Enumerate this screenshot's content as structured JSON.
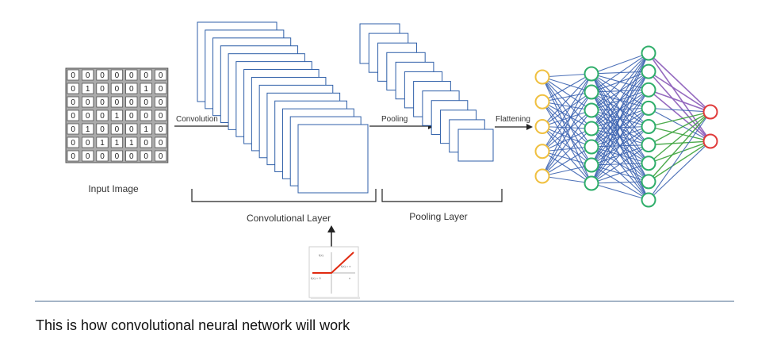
{
  "input_image": {
    "label": "Input Image",
    "matrix": [
      [
        "0",
        "0",
        "0",
        "0",
        "0",
        "0",
        "0"
      ],
      [
        "0",
        "1",
        "0",
        "0",
        "0",
        "1",
        "0"
      ],
      [
        "0",
        "0",
        "0",
        "0",
        "0",
        "0",
        "0"
      ],
      [
        "0",
        "0",
        "0",
        "1",
        "0",
        "0",
        "0"
      ],
      [
        "0",
        "1",
        "0",
        "0",
        "0",
        "1",
        "0"
      ],
      [
        "0",
        "0",
        "1",
        "1",
        "1",
        "0",
        "0"
      ],
      [
        "0",
        "0",
        "0",
        "0",
        "0",
        "0",
        "0"
      ]
    ]
  },
  "steps": {
    "convolution": "Convolution",
    "pooling": "Pooling",
    "flattening": "Flattening"
  },
  "layers": {
    "convolutional": "Convolutional Layer",
    "pooling": "Pooling Layer"
  },
  "activation_plot": {
    "y_label": "f(x)",
    "line_label": "f(x) = x",
    "flat_label": "f(x) = 0",
    "x_label": "x"
  },
  "network": {
    "layers": [
      5,
      7,
      9,
      2
    ],
    "colors": {
      "input": "#f0c040",
      "hidden": "#2fae6a",
      "output": "#e03a3a",
      "edge": "#3a62b0",
      "edge_purple": "#8a5ab8",
      "edge_green": "#3aa23a"
    }
  },
  "caption": "This is how convolutional neural network will work",
  "colors": {
    "card_border": "#2f5fa8",
    "divider": "#4a6a8f",
    "relu": "#e02a10"
  }
}
